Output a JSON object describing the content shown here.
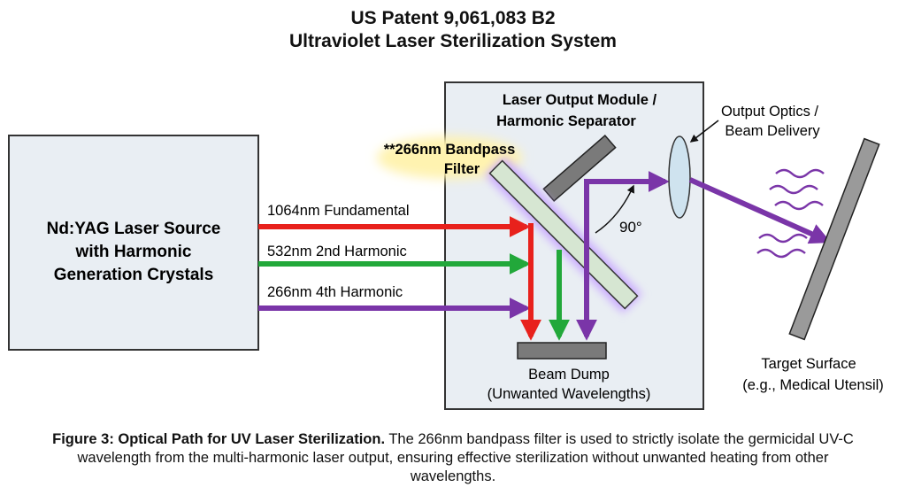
{
  "title": {
    "line1": "US Patent 9,061,083 B2",
    "line2": "Ultraviolet Laser Sterilization System"
  },
  "source_box": {
    "line1": "Nd:YAG Laser Source",
    "line2": "with Harmonic",
    "line3": "Generation Crystals"
  },
  "beams": [
    {
      "label": "1064nm Fundamental",
      "color": "#e8211c"
    },
    {
      "label": "532nm 2nd Harmonic",
      "color": "#22a83a"
    },
    {
      "label": "266nm 4th Harmonic",
      "color": "#7a35a8"
    }
  ],
  "module": {
    "line1": "Laser Output Module /",
    "line2": "Harmonic Separator"
  },
  "filter": {
    "line1": "**266nm Bandpass",
    "line2": "Filter"
  },
  "angle_label": "90°",
  "beam_dump": {
    "line1": "Beam Dump",
    "line2": "(Unwanted Wavelengths)"
  },
  "output_optics": {
    "line1": "Output Optics /",
    "line2": "Beam Delivery"
  },
  "target": {
    "line1": "Target Surface",
    "line2": "(e.g., Medical Utensil)"
  },
  "caption": {
    "bold": "Figure 3: Optical Path for UV Laser Sterilization.",
    "text": " The 266nm bandpass filter is used to strictly isolate the germicidal UV-C wavelength from the multi-harmonic laser output, ensuring effective sterilization without unwanted heating from other wavelengths."
  },
  "colors": {
    "box_fill": "#e9eef3",
    "box_stroke": "#333333",
    "filter_glow": "#c9a8ff",
    "label_glow": "#fff3b0",
    "dump_fill": "#7a7a7a",
    "lens_fill": "#cfe3ef"
  }
}
